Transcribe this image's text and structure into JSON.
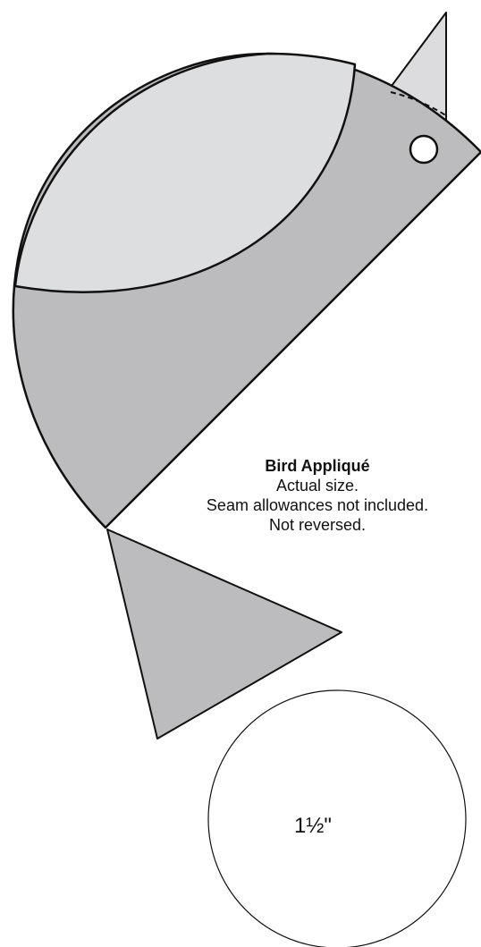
{
  "caption": {
    "title": "Bird Appliqué",
    "line1": "Actual size.",
    "line2": "Seam allowances not included.",
    "line3": "Not reversed."
  },
  "gauge": {
    "label": "1½\""
  },
  "colors": {
    "body_fill": "#bcbcbe",
    "wing_fill": "#dddee0",
    "beak_fill": "#dcdcde",
    "tail_fill": "#bcbcbe",
    "outline": "#111111",
    "background": "#ffffff"
  }
}
